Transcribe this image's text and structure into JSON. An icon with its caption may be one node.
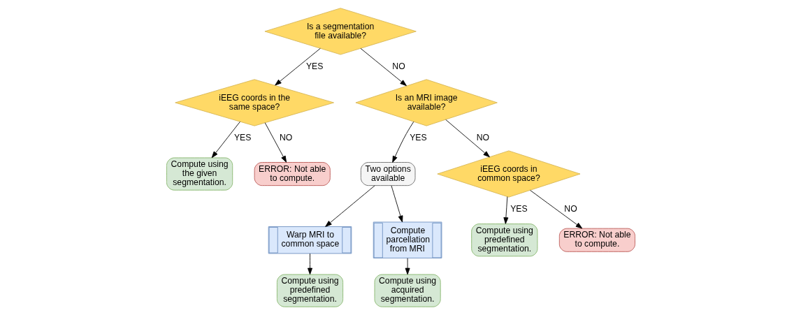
{
  "diagram": {
    "nodes": [
      {
        "text": [
          "Is a segmentation file available?"
        ]
      },
      {
        "text": [
          "iEEG coords in the same space?"
        ]
      },
      {
        "text": [
          "Is an MRI image available?"
        ]
      },
      {
        "text": [
          "Compute using the given segmentation."
        ]
      },
      {
        "text": [
          "ERROR: Not able to compute."
        ]
      },
      {
        "text": [
          "Two options available"
        ]
      },
      {
        "text": [
          "Warp MRI to common space"
        ]
      },
      {
        "text": [
          "Compute parcellation from MRI"
        ]
      },
      {
        "text": [
          "iEEG coords in common space?"
        ]
      },
      {
        "text": [
          "Compute using predefined segmentation."
        ]
      },
      {
        "text": [
          "Compute using acquired segmentation."
        ]
      },
      {
        "text": [
          "Compute using predefined segmentation."
        ]
      },
      {
        "text": [
          "ERROR: Not able to compute."
        ]
      }
    ],
    "edges": [
      {
        "from": 0,
        "to": 1,
        "arrow": "to",
        "label": "YES"
      },
      {
        "from": 0,
        "to": 2,
        "arrow": "to",
        "label": "NO"
      },
      {
        "from": 1,
        "to": 3,
        "arrow": "to",
        "label": "YES"
      },
      {
        "from": 1,
        "to": 4,
        "arrow": "to",
        "label": "NO"
      },
      {
        "from": 2,
        "to": 5,
        "arrow": "to",
        "label": "YES"
      },
      {
        "from": 2,
        "to": 8,
        "arrow": "to",
        "label": "NO"
      },
      {
        "from": 5,
        "to": 6,
        "arrow": "to"
      },
      {
        "from": 5,
        "to": 7,
        "arrow": "to"
      },
      {
        "from": 6,
        "to": 9,
        "arrow": "to"
      },
      {
        "from": 7,
        "to": 10,
        "arrow": "to"
      },
      {
        "from": 8,
        "to": 11,
        "arrow": "to",
        "label": "YES"
      },
      {
        "from": 8,
        "to": 12,
        "arrow": "to",
        "label": "NO"
      }
    ]
  }
}
